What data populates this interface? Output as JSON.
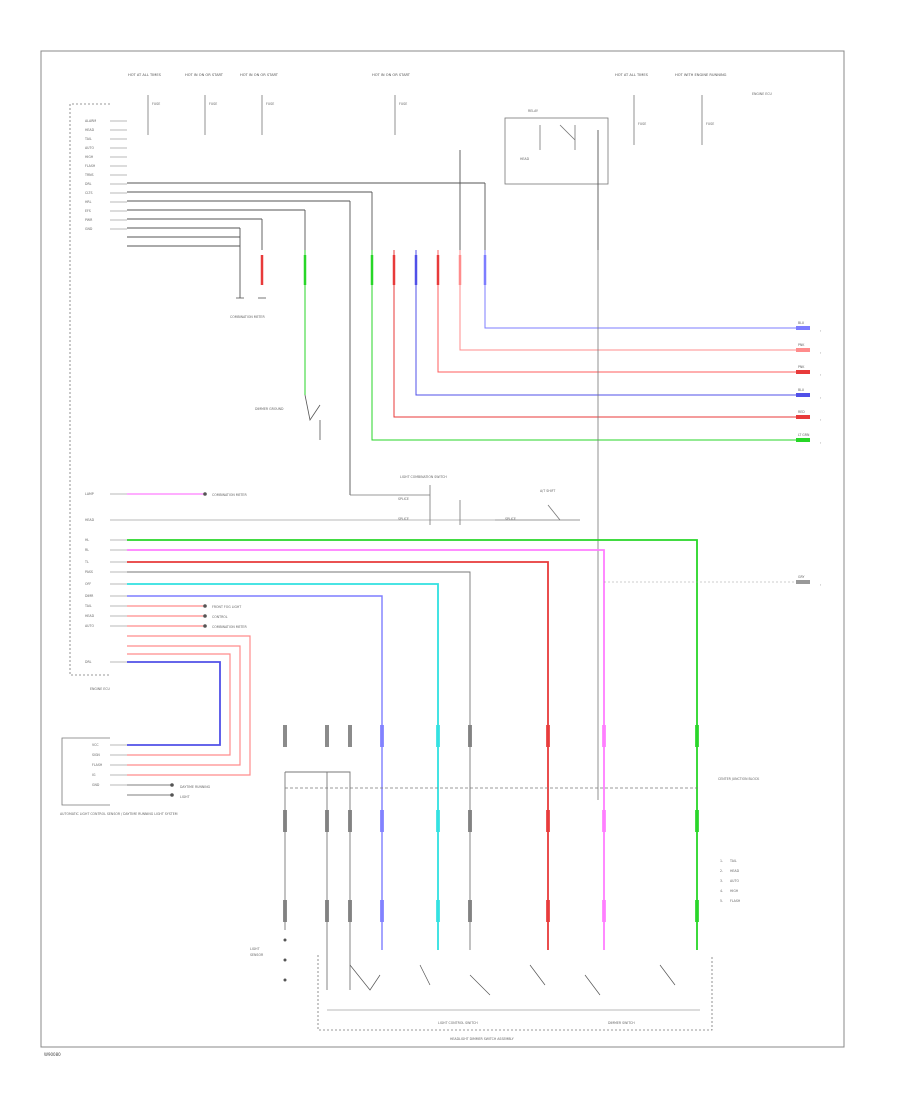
{
  "diagram": {
    "figure_id": "W90080",
    "ecu_name": "ENGINE ECU",
    "central_label": "A/T SHIFT LOCK",
    "left_module_label": "AUTOMATIC LIGHT CONTROL SENSOR / DAYTIME RUNNING LIGHT SYSTEM",
    "bottom_module_label": "HEADLIGHT DIMMER SWITCH ASSEMBLY",
    "light_control_switch": "LIGHT CONTROL SWITCH",
    "dimmer_switch": "DIMMER SWITCH",
    "ground_switch_label": "DIMMER GROUND",
    "legend_items": [
      "TAIL",
      "HEAD",
      "AUTO",
      "HIGH",
      "FLASH"
    ],
    "top_fuse_labels": [
      "HOT AT ALL TIMES",
      "HOT IN ON OR START",
      "HOT IN ON OR START",
      "HOT IN ON OR START",
      "HOT AT ALL TIMES",
      "HOT WITH ENGINE RUNNING"
    ],
    "right_connector_labels": [
      "BLU",
      "PNK",
      "PNK",
      "BLU",
      "RED",
      "LT GRN",
      "GRY"
    ],
    "ecu_pins_upper": [
      "ALARM",
      "HEAD",
      "TAIL",
      "AUTO",
      "HIGH",
      "FLASH",
      "TRNS",
      "DRL",
      "CLTS",
      "HRL",
      "EFS",
      "PWR",
      "GND"
    ],
    "ecu_pins_lower": [
      "LAMP",
      "HEAD",
      "HL",
      "RL",
      "TL",
      "PASS",
      "OFF",
      "DIMR",
      "TAIL",
      "HEAD",
      "AUTO",
      "DRL"
    ],
    "left_module_pins": [
      "VCC",
      "SIGN",
      "FLASH",
      "IG",
      "GND"
    ],
    "splice_label": "CENTER JUNCTION BLOCK",
    "mid_connector_label": "LIGHT COMBINATION SWITCH",
    "page_label": "W90080"
  },
  "colors": {
    "green": "#27d627",
    "red": "#e83a3a",
    "blue": "#5050e8",
    "light_blue": "#7d7dff",
    "pink": "#ff7dff",
    "light_red": "#ff8c8c",
    "cyan": "#30e0e0",
    "black_wire": "#555555",
    "frame": "#888888"
  }
}
